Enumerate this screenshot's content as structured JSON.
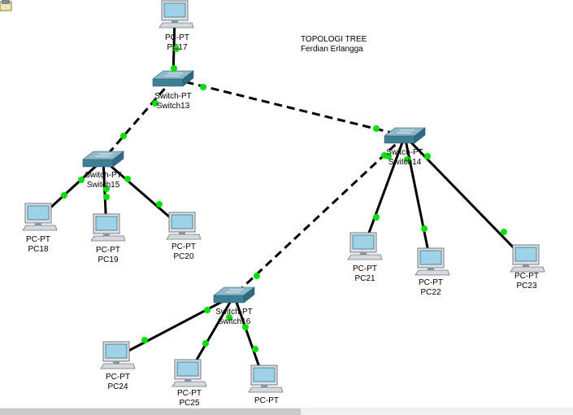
{
  "note": {
    "line1": "TOPOLOGI TREE",
    "line2": "Ferdian Erlangga"
  },
  "devices": {
    "switch13": {
      "type": "Switch-PT",
      "name": "Switch13"
    },
    "switch14": {
      "type": "Switch-PT",
      "name": "Switch14"
    },
    "switch15": {
      "type": "Switch-PT",
      "name": "Switch15"
    },
    "switch16": {
      "type": "Switch-PT",
      "name": "Switch16"
    },
    "pc17": {
      "type": "PC-PT",
      "name": "PC17"
    },
    "pc18": {
      "type": "PC-PT",
      "name": "PC18"
    },
    "pc19": {
      "type": "PC-PT",
      "name": "PC19"
    },
    "pc20": {
      "type": "PC-PT",
      "name": "PC20"
    },
    "pc21": {
      "type": "PC-PT",
      "name": "PC21"
    },
    "pc22": {
      "type": "PC-PT",
      "name": "PC22"
    },
    "pc23": {
      "type": "PC-PT",
      "name": "PC23"
    },
    "pc24": {
      "type": "PC-PT",
      "name": "PC24"
    },
    "pc25": {
      "type": "PC-PT",
      "name": "PC25"
    },
    "pc26": {
      "type": "PC-PT",
      "name": ""
    }
  },
  "colors": {
    "link": "#000000",
    "link_light": "#00e000",
    "switch_top": "#8fb8c9",
    "switch_side": "#3f7f96",
    "monitor_frame": "#dfe3e6",
    "screen": "#9fd1e8"
  },
  "icons": {
    "switch": "switch-icon",
    "pc": "pc-icon",
    "app_corner": "folder-icon"
  }
}
